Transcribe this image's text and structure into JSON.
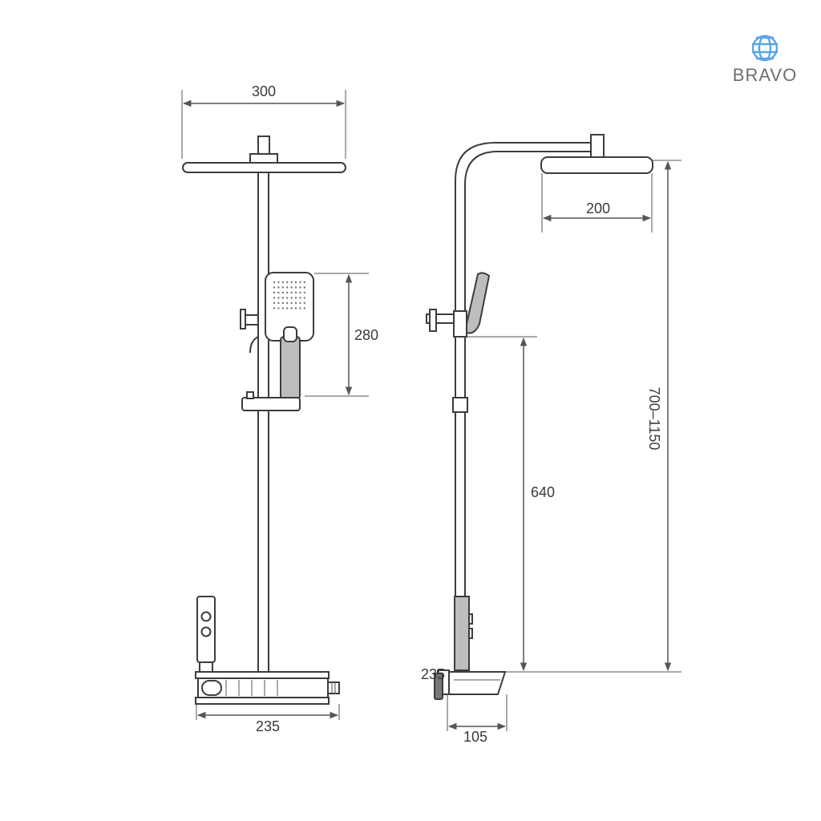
{
  "brand": {
    "name": "BRAVO",
    "logo_color": "#5aa6e6"
  },
  "front_view": {
    "dimensions": {
      "head_width": "300",
      "hand_shower_height": "280",
      "body_width": "235"
    }
  },
  "side_view": {
    "dimensions": {
      "head_depth": "200",
      "bar_height": "640",
      "total_height": "700–1150",
      "small_label": "235",
      "body_depth": "105"
    }
  }
}
